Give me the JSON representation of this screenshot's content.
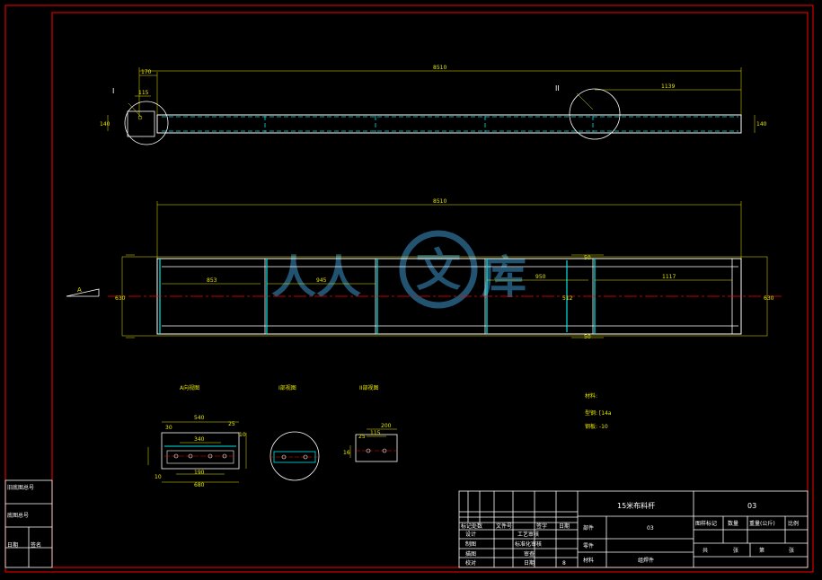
{
  "colors": {
    "background": "#000000",
    "frame": "#ff0000",
    "outline": "#ffffff",
    "dimension": "#e6e600",
    "hidden_edge": "#00e5e5",
    "centerline": "#ff0000",
    "watermark": "#2d6f97"
  },
  "top_view": {
    "detail_mark_left": "I",
    "detail_mark_right": "II",
    "dim_overall": "8510",
    "dim_left_offset": "170",
    "dim_left_inner": "115",
    "dim_right": "1139",
    "dim_height_left": "140",
    "dim_height_right": "140"
  },
  "front_view": {
    "dim_overall": "8510",
    "view_arrow_label": "A",
    "dim_seg_1": "853",
    "dim_seg_2": "945",
    "dim_seg_3": "950",
    "dim_seg_4": "1117",
    "dim_height_left": "630",
    "dim_height_right": "630",
    "dim_inner": "512",
    "dim_top_small": "50",
    "dim_bottom_small": "50"
  },
  "detail_views": {
    "a_title": "A向视图",
    "i_title": "I部视图",
    "ii_title": "II部视图",
    "a_dims": [
      "540",
      "25",
      "340",
      "10",
      "190",
      "680",
      "30",
      "10"
    ],
    "ii_dims": [
      "200",
      "115",
      "25",
      "16"
    ]
  },
  "notes": {
    "material_label": "材料:",
    "channel_label": "型钢: [14a",
    "plate_label": "钢板: -10"
  },
  "left_strip": {
    "row1": "旧底图总号",
    "row2": "底图总号",
    "row3_a": "日期",
    "row3_b": "签名"
  },
  "title_block": {
    "drawing_name": "15米布料杆",
    "drawing_code": "03",
    "part_code": "03",
    "row_labels": [
      "标记处数",
      "文件号",
      "签字",
      "日期"
    ],
    "design": "设计",
    "process_review": "工艺审核",
    "draw": "制图",
    "std_review": "标准化审核",
    "trace": "描图",
    "review": "审查",
    "check": "校对",
    "date_label": "日期",
    "date_value": "8",
    "assembly": "部件",
    "part": "零件",
    "material": "材料",
    "material_value": "组焊件",
    "stage_mark": "图样标记",
    "quantity": "数量",
    "weight": "重量(公斤)",
    "scale": "比例",
    "total": "共",
    "sheet": "张",
    "number": "第",
    "sheet2": "张"
  },
  "watermark": {
    "left_chars": "人人",
    "circle_char": "文",
    "right_char": "库"
  }
}
